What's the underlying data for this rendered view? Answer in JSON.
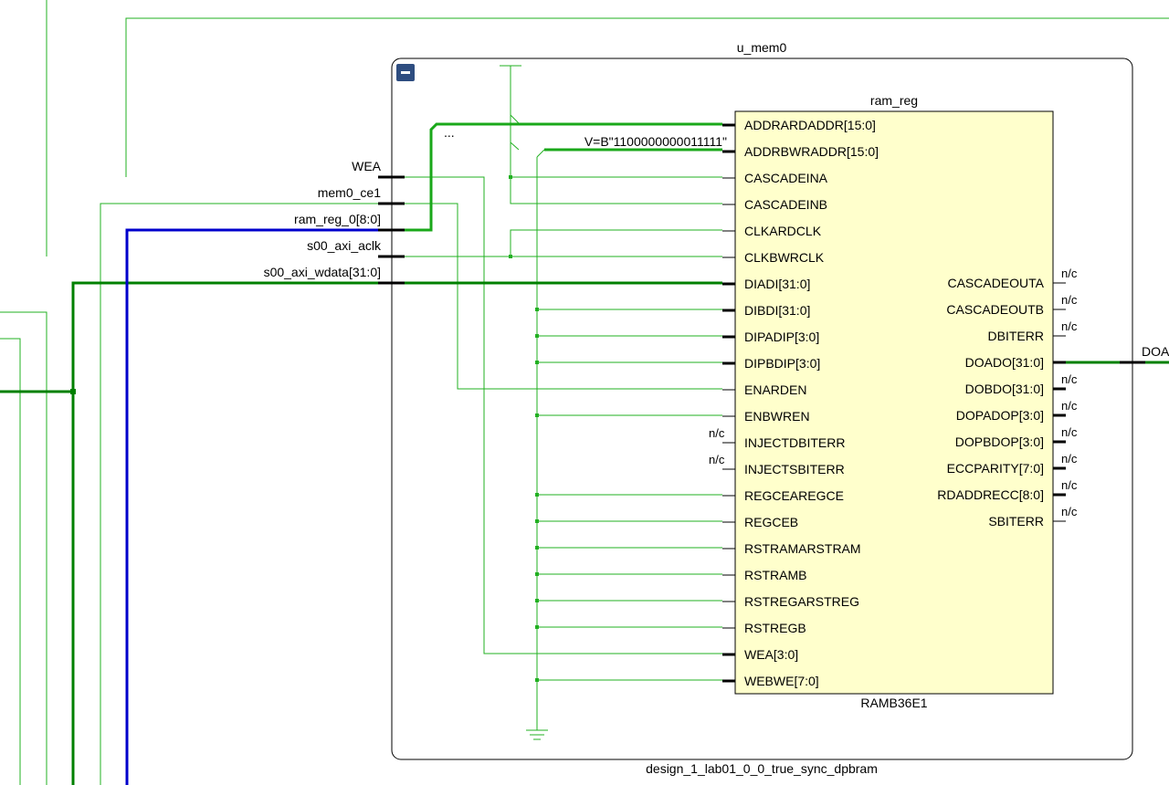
{
  "colors": {
    "wire_thin": "#22b022",
    "bus_green": "#008000",
    "bus_bright": "#1aa81a",
    "bus_blue": "#0000cc",
    "cell_fill": "#ffffcc",
    "cell_border": "#000000",
    "hier_border": "#000000",
    "button_fill": "#2e4d80"
  },
  "icons": {
    "collapse": "minus-square-icon",
    "ground": "ground-icon",
    "power": "power-tie-icon"
  },
  "hier": {
    "title": "u_mem0",
    "subtitle": "design_1_lab01_0_0_true_sync_dpbram",
    "collapse_symbol": "−"
  },
  "ports_left": [
    "WEA",
    "mem0_ce1",
    "ram_reg_0[8:0]",
    "s00_axi_aclk",
    "s00_axi_wdata[31:0]"
  ],
  "cell": {
    "name": "ram_reg",
    "type": "RAMB36E1",
    "inputs": [
      "ADDRARDADDR[15:0]",
      "ADDRBWRADDR[15:0]",
      "CASCADEINA",
      "CASCADEINB",
      "CLKARDCLK",
      "CLKBWRCLK",
      "DIADI[31:0]",
      "DIBDI[31:0]",
      "DIPADIP[3:0]",
      "DIPBDIP[3:0]",
      "ENARDEN",
      "ENBWREN",
      "INJECTDBITERR",
      "INJECTSBITERR",
      "REGCEAREGCE",
      "REGCEB",
      "RSTRAMARSTRAM",
      "RSTRAMB",
      "RSTREGARSTREG",
      "RSTREGB",
      "WEA[3:0]",
      "WEBWE[7:0]"
    ],
    "outputs": [
      "CASCADEOUTA",
      "CASCADEOUTB",
      "DBITERR",
      "DOADO[31:0]",
      "DOBDO[31:0]",
      "DOPADOP[3:0]",
      "DOPBDOP[3:0]",
      "ECCPARITY[7:0]",
      "RDADDRECC[8:0]",
      "SBITERR"
    ]
  },
  "labels": {
    "nc": "n/c",
    "const_value": "V=B\"1100000000011111\"",
    "ellipsis": "...",
    "output_net": "DOA"
  }
}
